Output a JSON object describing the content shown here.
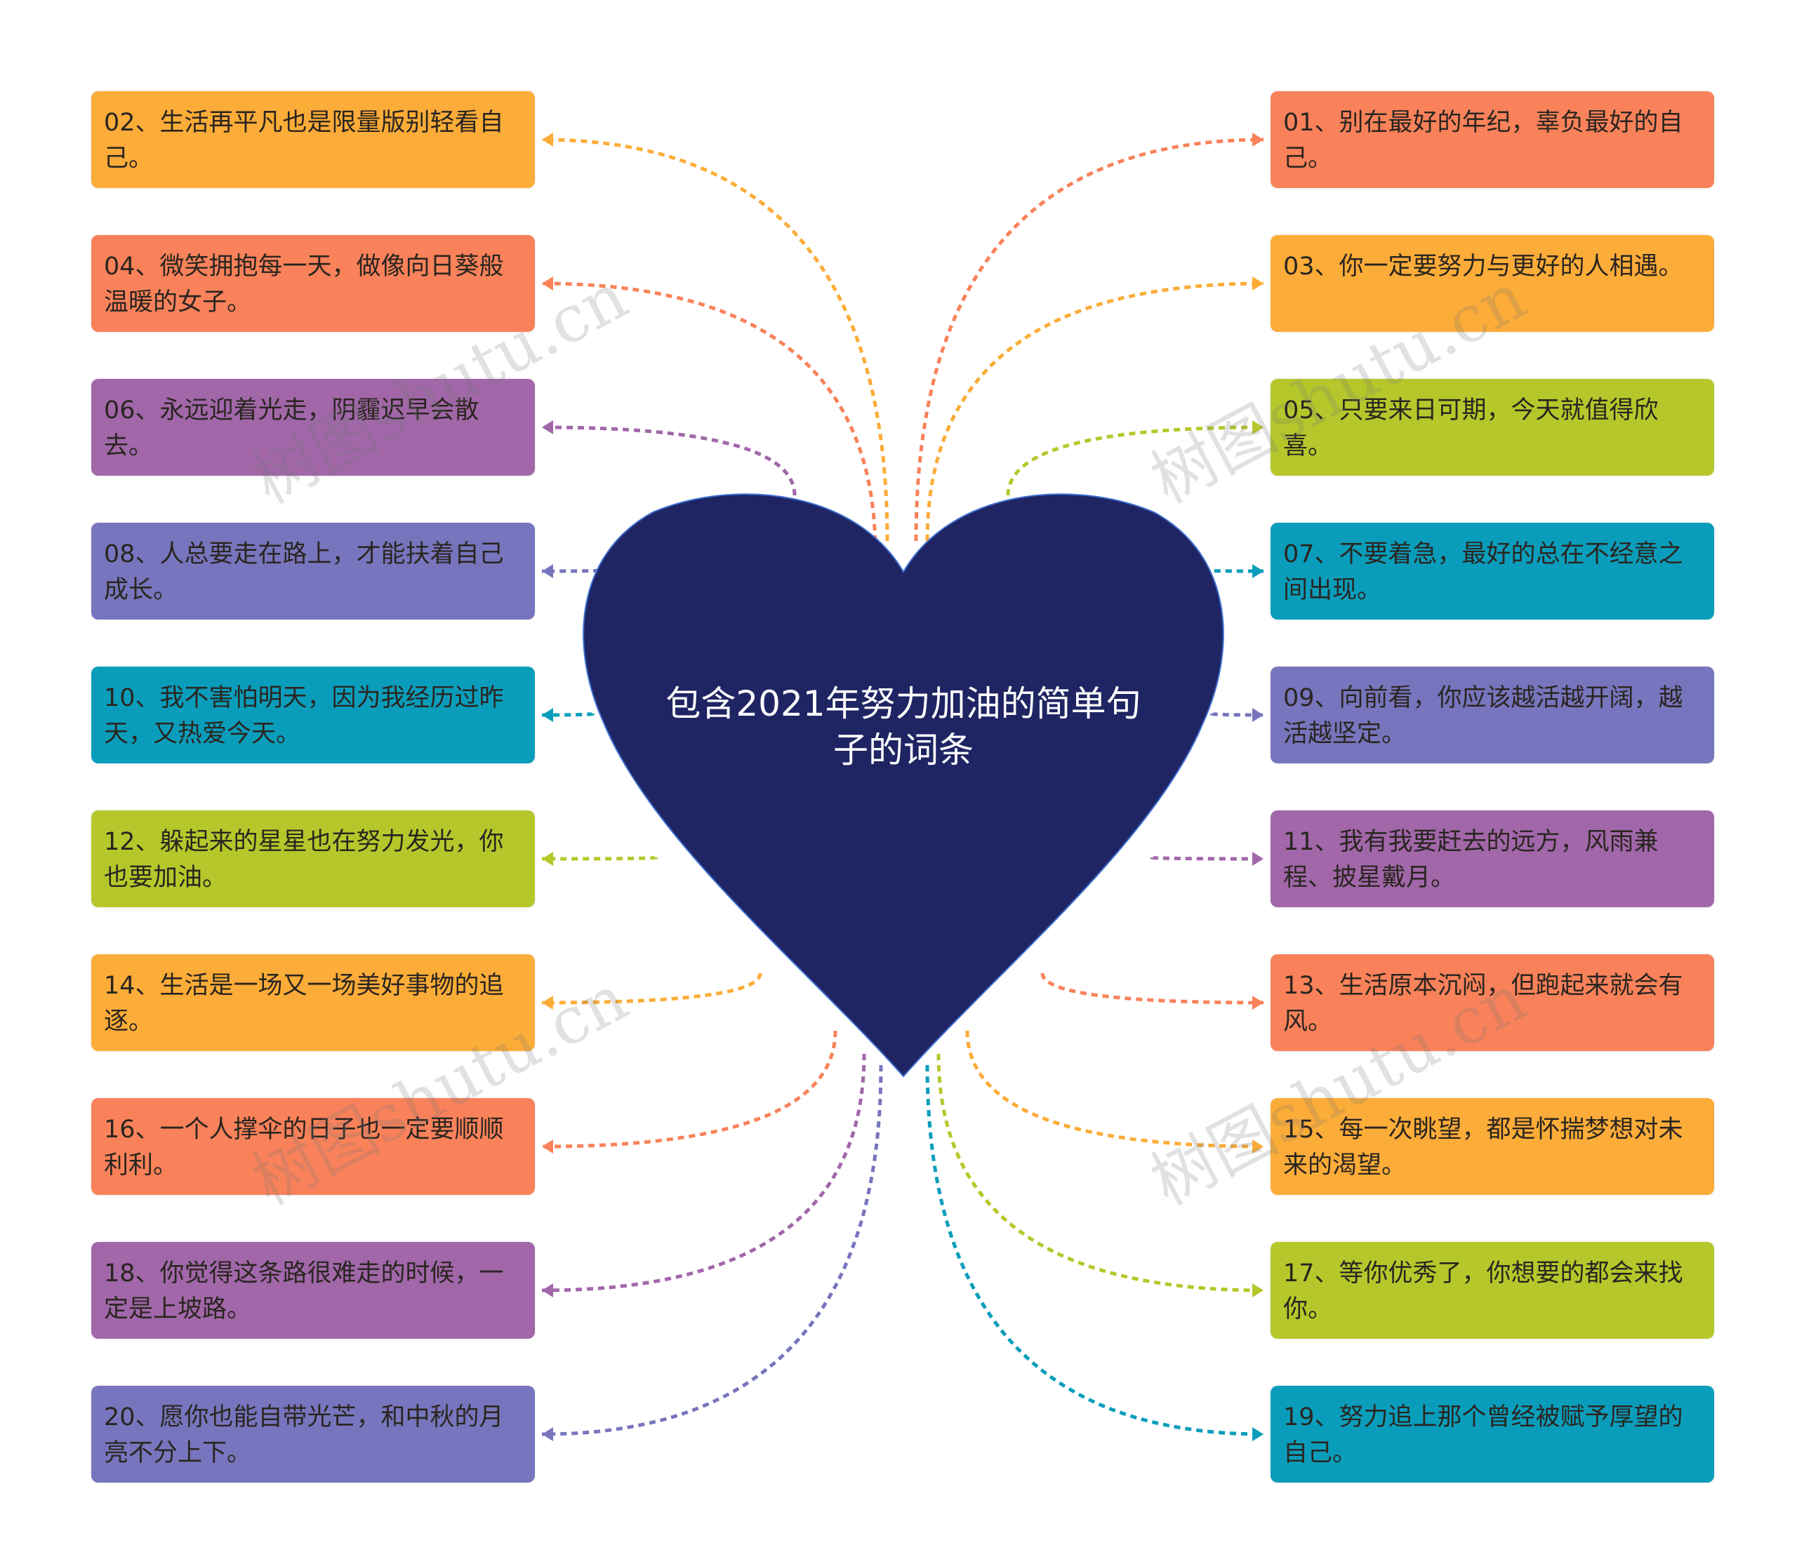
{
  "center": {
    "title": "包含2021年努力加油的简单句子的词条"
  },
  "colors": {
    "yellow": "#fcac38",
    "coral": "#f9825a",
    "purple": "#a167a9",
    "indigo": "#7775bd",
    "teal": "#0a9dbb",
    "lime": "#b6c72b",
    "heart": "#1f2563",
    "heart_stroke": "#3d6fd1"
  },
  "left_items": [
    {
      "text": "02、生活再平凡也是限量版别轻看自己。",
      "color": "yellow"
    },
    {
      "text": "04、微笑拥抱每一天，做像向日葵般温暖的女子。",
      "color": "coral"
    },
    {
      "text": "06、永远迎着光走，阴霾迟早会散去。",
      "color": "purple"
    },
    {
      "text": "08、人总要走在路上，才能扶着自己成长。",
      "color": "indigo"
    },
    {
      "text": "10、我不害怕明天，因为我经历过昨天，又热爱今天。",
      "color": "teal"
    },
    {
      "text": "12、躲起来的星星也在努力发光，你也要加油。",
      "color": "lime"
    },
    {
      "text": "14、生活是一场又一场美好事物的追逐。",
      "color": "yellow"
    },
    {
      "text": "16、一个人撑伞的日子也一定要顺顺利利。",
      "color": "coral"
    },
    {
      "text": "18、你觉得这条路很难走的时候，一定是上坡路。",
      "color": "purple"
    },
    {
      "text": "20、愿你也能自带光芒，和中秋的月亮不分上下。",
      "color": "indigo"
    }
  ],
  "right_items": [
    {
      "text": "01、别在最好的年纪，辜负最好的自己。",
      "color": "coral"
    },
    {
      "text": "03、你一定要努力与更好的人相遇。",
      "color": "yellow"
    },
    {
      "text": "05、只要来日可期，今天就值得欣喜。",
      "color": "lime"
    },
    {
      "text": "07、不要着急，最好的总在不经意之间出现。",
      "color": "teal"
    },
    {
      "text": "09、向前看，你应该越活越开阔，越活越坚定。",
      "color": "indigo"
    },
    {
      "text": "11、我有我要赶去的远方，风雨兼程、披星戴月。",
      "color": "purple"
    },
    {
      "text": "13、生活原本沉闷，但跑起来就会有风。",
      "color": "coral"
    },
    {
      "text": "15、每一次眺望，都是怀揣梦想对未来的渴望。",
      "color": "yellow"
    },
    {
      "text": "17、等你优秀了，你想要的都会来找你。",
      "color": "lime"
    },
    {
      "text": "19、努力追上那个曾经被赋予厚望的自己。",
      "color": "teal"
    }
  ],
  "watermark": "树图shutu.cn"
}
